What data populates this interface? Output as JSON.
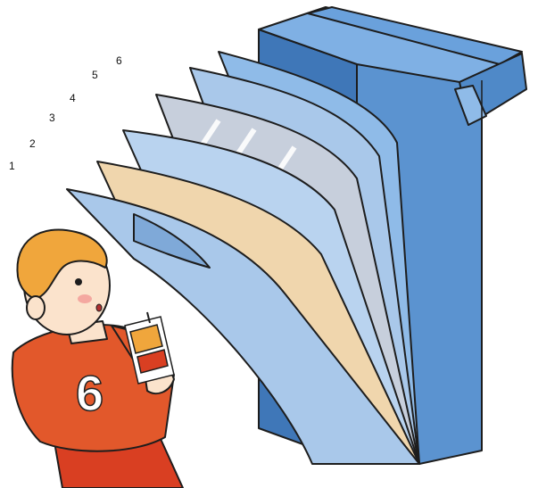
{
  "layer_labels": [
    "1",
    "2",
    "3",
    "4",
    "5",
    "6"
  ],
  "jersey_number": "6",
  "colors": {
    "carton_front": "#5b93d0",
    "carton_side": "#3f77b8",
    "carton_top": "#7fb0e4",
    "layer_blue": "#a9c8ea",
    "layer_paper": "#f0d6ad",
    "layer_plastic": "#d3e4f4",
    "layer_foil": "#c7cfdc",
    "outline": "#1d1d1d",
    "shirt": "#e2582b",
    "hair": "#f0a63c",
    "skin": "#fbe3cc"
  },
  "icons": [
    "juice-box-icon"
  ]
}
